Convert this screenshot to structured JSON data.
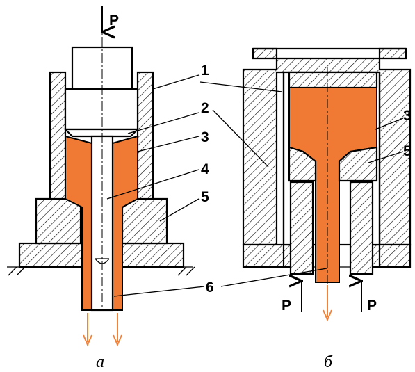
{
  "colors": {
    "billet": "#F07A33",
    "flow_arrow": "#F0823A",
    "ink": "#000000"
  },
  "force_label": "P",
  "part_numbers": [
    "1",
    "2",
    "3",
    "4",
    "5",
    "6"
  ],
  "diagrams": [
    {
      "caption": "а",
      "labels": [
        "1",
        "2",
        "3",
        "4",
        "5",
        "6"
      ],
      "force_labels": [
        "P"
      ]
    },
    {
      "caption": "б",
      "labels": [
        "1",
        "3",
        "5",
        "6"
      ],
      "force_labels": [
        "P",
        "P"
      ]
    }
  ]
}
